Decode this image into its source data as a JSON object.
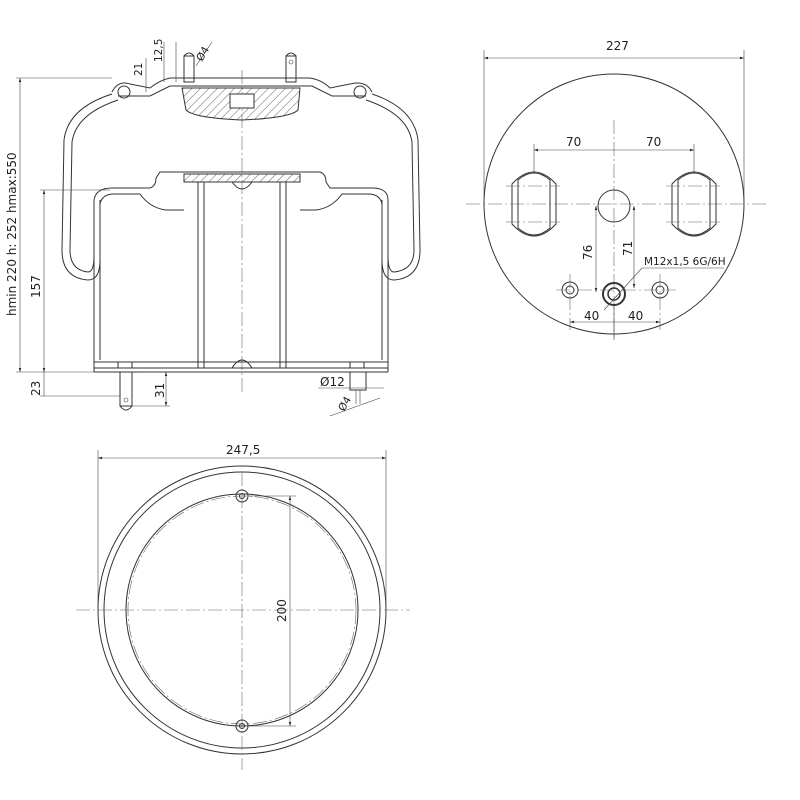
{
  "labels": {
    "top_d12_5": "12,5",
    "top_d21": "21",
    "top_phi4": "Ø4",
    "height": "hmin 220 h: 252 hmax:550",
    "d157": "157",
    "d23": "23",
    "d31": "31",
    "bot_phi12": "Ø12",
    "bot_phi4": "Ø4",
    "d227": "227",
    "d70_left": "70",
    "d70_right": "70",
    "d76": "76",
    "d71": "71",
    "thread": "M12x1,5 6G/6H",
    "d40_left": "40",
    "d40_right": "40",
    "d247_5": "247,5",
    "d200": "200"
  }
}
